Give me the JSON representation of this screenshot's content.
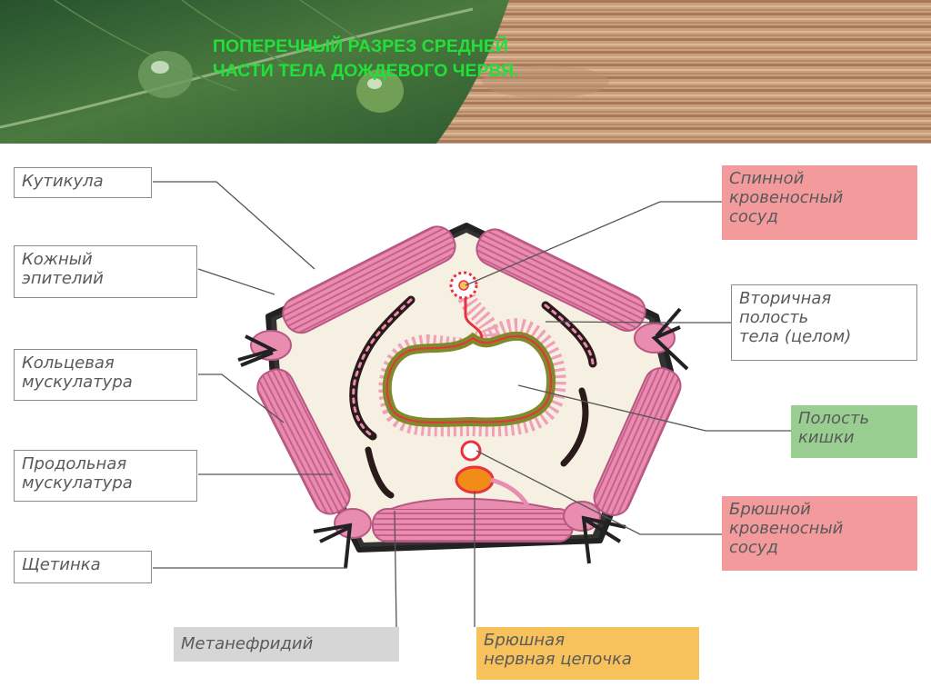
{
  "slide": {
    "title_line1": "ПОПЕРЕЧНЫЙ РАЗРЕЗ СРЕДНЕЙ",
    "title_line2": "ЧАСТИ ТЕЛА ДОЖДЕВОГО ЧЕРВЯ."
  },
  "labels": {
    "cuticle": "Кутикула",
    "skin_epithelium": [
      "Кожный",
      "эпителий"
    ],
    "circular_muscles": [
      "Кольцевая",
      "мускулатура"
    ],
    "longitudinal_muscles": [
      "Продольная",
      "мускулатура"
    ],
    "seta": "Щетинка",
    "metanephridium": "Метанефридий",
    "ventral_nerve_cord": [
      "Брюшная",
      "нервная цепочка"
    ],
    "dorsal_vessel": [
      "Спинной",
      "кровеносный",
      "сосуд"
    ],
    "coelom": [
      "Вторичная",
      "полость",
      "тела (целом)"
    ],
    "gut_cavity": [
      "Полость",
      "кишки"
    ],
    "ventral_vessel": [
      "Брюшной",
      "кровеносный",
      "сосуд"
    ]
  },
  "colors": {
    "title": "#22e03a",
    "label_pink": "#f29a9c",
    "label_green": "#98cf91",
    "label_gray": "#d6d6d6",
    "label_yellow": "#f7c25c",
    "muscle": "#e88cb0",
    "coelom_fill": "#f6f0e2",
    "gut_wall": "#7f8a2a",
    "blood": "#e8323c"
  }
}
